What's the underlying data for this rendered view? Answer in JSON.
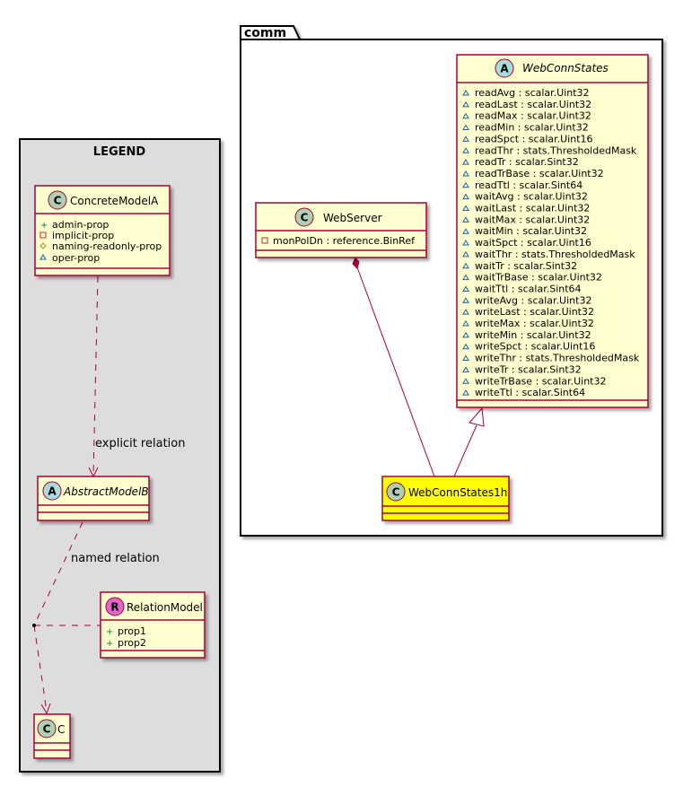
{
  "packages": {
    "comm": {
      "label": "comm"
    },
    "legend": {
      "label": "LEGEND"
    }
  },
  "classes": {
    "webconnstates": {
      "name": "WebConnStates",
      "stereotype": "A",
      "attributes": [
        "readAvg : scalar.Uint32",
        "readLast : scalar.Uint32",
        "readMax : scalar.Uint32",
        "readMin : scalar.Uint32",
        "readSpct : scalar.Uint16",
        "readThr : stats.ThresholdedMask",
        "readTr : scalar.Sint32",
        "readTrBase : scalar.Uint32",
        "readTtl : scalar.Sint64",
        "waitAvg : scalar.Uint32",
        "waitLast : scalar.Uint32",
        "waitMax : scalar.Uint32",
        "waitMin : scalar.Uint32",
        "waitSpct : scalar.Uint16",
        "waitThr : stats.ThresholdedMask",
        "waitTr : scalar.Sint32",
        "waitTrBase : scalar.Uint32",
        "waitTtl : scalar.Sint64",
        "writeAvg : scalar.Uint32",
        "writeLast : scalar.Uint32",
        "writeMax : scalar.Uint32",
        "writeMin : scalar.Uint32",
        "writeSpct : scalar.Uint16",
        "writeThr : stats.ThresholdedMask",
        "writeTr : scalar.Sint32",
        "writeTrBase : scalar.Uint32",
        "writeTtl : scalar.Sint64"
      ]
    },
    "webserver": {
      "name": "WebServer",
      "stereotype": "C",
      "attributes": [
        "monPolDn : reference.BinRef"
      ]
    },
    "webconnstates1h": {
      "name": "WebConnStates1h",
      "stereotype": "C",
      "color": "#FFFF00"
    },
    "concretemodela": {
      "name": "ConcreteModelA",
      "stereotype": "C",
      "attributes": [
        "admin-prop",
        "implicit-prop",
        "naming-readonly-prop",
        "oper-prop"
      ]
    },
    "abstractmodelb": {
      "name": "AbstractModelB",
      "stereotype": "A"
    },
    "relationmodel": {
      "name": "RelationModel",
      "stereotype": "R",
      "attributes": [
        "prop1",
        "prop2"
      ]
    },
    "c": {
      "name": "C",
      "stereotype": "C"
    }
  },
  "relations": {
    "explicit": "explicit relation",
    "named": "named relation"
  },
  "colors": {
    "class_fill": "#FEFECE",
    "border": "#A80036",
    "legend_fill": "#DDDDDD",
    "circle_c": "#ADD1B2",
    "circle_a": "#A9DCDF",
    "circle_r": "#E066CC",
    "highlight": "#FFFF00"
  }
}
